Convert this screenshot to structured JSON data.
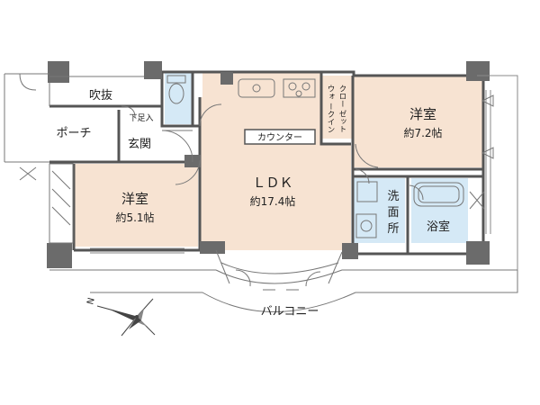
{
  "rooms": {
    "western_room_1": {
      "name": "洋室",
      "size": "約7.2帖"
    },
    "western_room_2": {
      "name": "洋室",
      "size": "約5.1帖"
    },
    "ldk": {
      "name": "ＬＤＫ",
      "size": "約17.4帖"
    },
    "fukinuke": "吹抜",
    "porch": "ポーチ",
    "entrance": "玄関",
    "shoe_area": "下足入",
    "counter": "カウンター",
    "walk_in_closet": [
      "ウォ",
      "ークイン",
      "クロー",
      "ゼット"
    ],
    "washroom": [
      "洗",
      "面",
      "所"
    ],
    "bathroom": "浴室",
    "balcony": "バルコニー"
  },
  "compass": {
    "label": "N"
  },
  "colors": {
    "floor_wood": "#f7e3d2",
    "wet_area": "#d5e9f6",
    "wall": "#555555",
    "pillar": "#6b6b6b"
  }
}
